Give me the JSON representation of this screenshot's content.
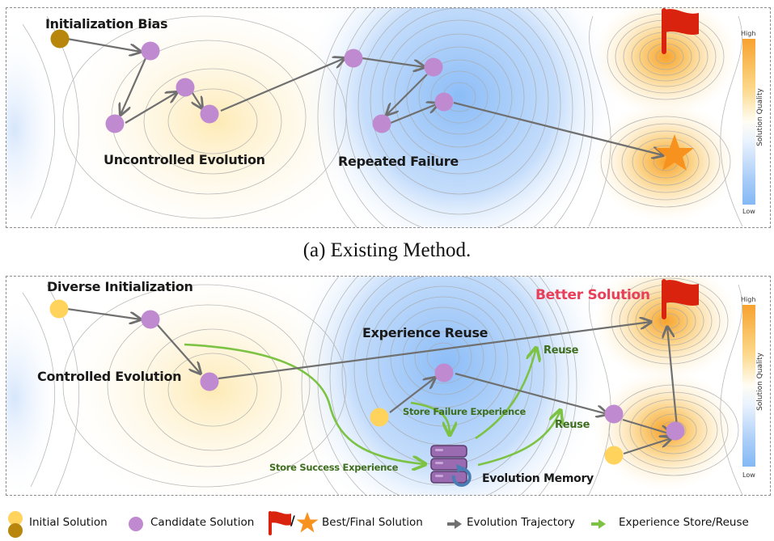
{
  "panel_a": {
    "labels": {
      "init_bias": "Initialization Bias",
      "uncontrolled": "Uncontrolled Evolution",
      "repeated_failure": "Repeated Failure"
    },
    "colorbar": {
      "high": "High",
      "low": "Low",
      "title": "Solution Quality"
    },
    "caption": "(a) Existing Method."
  },
  "panel_b": {
    "labels": {
      "diverse_init": "Diverse Initialization",
      "controlled": "Controlled Evolution",
      "experience_reuse": "Experience Reuse",
      "better_solution": "Better Solution",
      "reuse_1": "Reuse",
      "reuse_2": "Reuse",
      "store_failure": "Store Failure Experience",
      "store_success": "Store Success Experience",
      "evolution_memory": "Evolution Memory"
    },
    "colorbar": {
      "high": "High",
      "low": "Low",
      "title": "Solution Quality"
    }
  },
  "legend": {
    "initial_solution": "Initial Solution",
    "candidate_solution": "Candidate Solution",
    "best_final_solution": "Best/Final Solution",
    "evolution_trajectory": "Evolution Trajectory",
    "experience_store_reuse": "Experience Store/Reuse",
    "separator": "/"
  },
  "colors": {
    "initial_biased": "#b8860b",
    "initial_diverse": "#ffd35c",
    "candidate": "#c08ad0",
    "flag": "#d9230f",
    "star": "#f7921e",
    "trajectory": "#707070",
    "experience": "#7cc243",
    "better_solution_text": "#e8405a",
    "memory": "#9a6bb0"
  }
}
